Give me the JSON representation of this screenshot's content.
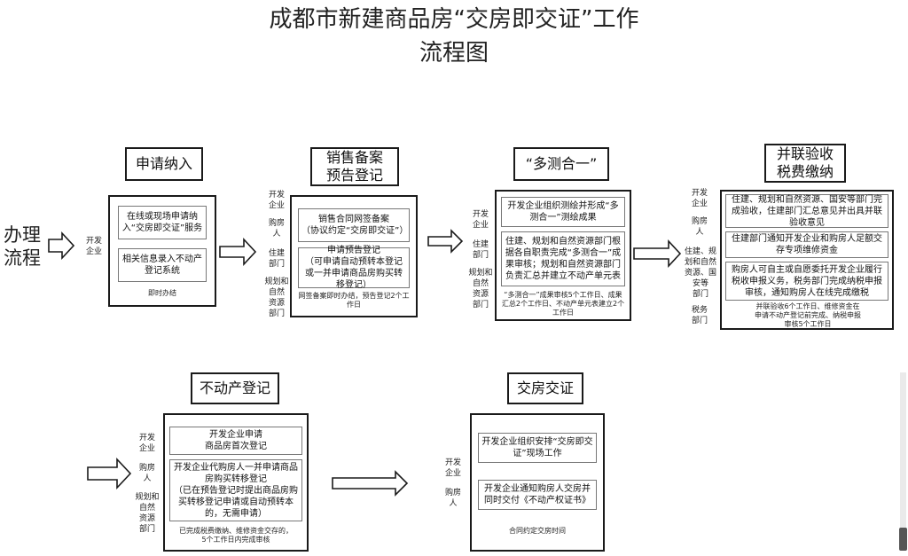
{
  "title": {
    "line1": "成都市新建商品房“交房即交证”工作",
    "line2": "流程图"
  },
  "process_label": "办理\n流程",
  "stages": [
    {
      "header": [
        "申请纳入"
      ],
      "parties": "开发\n企业",
      "boxes": [
        "在线或现场申请纳入“交房即交证”服务",
        "相关信息录入不动产登记系统"
      ],
      "note": "即时办结"
    },
    {
      "header": [
        "销售备案",
        "预告登记"
      ],
      "parties": [
        "开发\n企业",
        "购房\n人",
        "住建\n部门",
        "规划和\n自然\n资源\n部门"
      ],
      "boxes": [
        "销售合同网签备案\n（协议约定“交房即交证”）",
        "申请预告登记\n（可申请自动预转本登记或一并申请商品房购买转移登记）"
      ],
      "note": "网签备案即时办结，预告登记2个工作日"
    },
    {
      "header": [
        "“多测合一”"
      ],
      "parties": [
        "开发\n企业",
        "住建\n部门",
        "规划和\n自然\n资源\n部门"
      ],
      "boxes": [
        "开发企业组织测绘并形成“多测合一”测绘成果",
        "住建、规划和自然资源部门根据各自职责完成“多测合一”成果审核；规划和自然资源部门负责汇总并建立不动产单元表"
      ],
      "note": "“多测合一”成果审核5个工作日、成果汇总2个工作日、不动产单元表建立2个工作日"
    },
    {
      "header": [
        "并联验收",
        "税费缴纳"
      ],
      "parties": [
        "开发\n企业",
        "购房\n人",
        "住建、规\n划和自然\n资源、国\n安等\n部门",
        "税务\n部门"
      ],
      "boxes": [
        "住建、规划和自然资源、国安等部门完成验收，住建部门汇总意见并出具并联验收意见",
        "住建部门通知开发企业和购房人足额交存专项维修资金",
        "购房人可自主或自愿委托开发企业履行税收申报义务，税务部门完成纳税申报审核，通知购房人在线完成缴税"
      ],
      "note": "并联验收6个工作日、维修资金在申请不动产登记前完成、纳税申报审核5个工作日"
    },
    {
      "header": [
        "不动产登记"
      ],
      "parties": [
        "开发\n企业",
        "购房\n人",
        "规划和\n自然\n资源\n部门"
      ],
      "boxes": [
        "开发企业申请\n商品房首次登记",
        "开发企业代购房人一并申请商品房购买转移登记\n（已在预告登记时提出商品房购买转移登记申请或自动预转本的，无需申请）"
      ],
      "note": "已完成税费缴纳、维修资金交存的，5个工作日内完成审核"
    },
    {
      "header": [
        "交房交证"
      ],
      "parties": [
        "开发\n企业",
        "购房\n人"
      ],
      "boxes": [
        "开发企业组织安排“交房即交证”现场工作",
        "开发企业通知购房人交房并同时交付《不动产权证书》"
      ],
      "note": "合同约定交房时间"
    }
  ]
}
